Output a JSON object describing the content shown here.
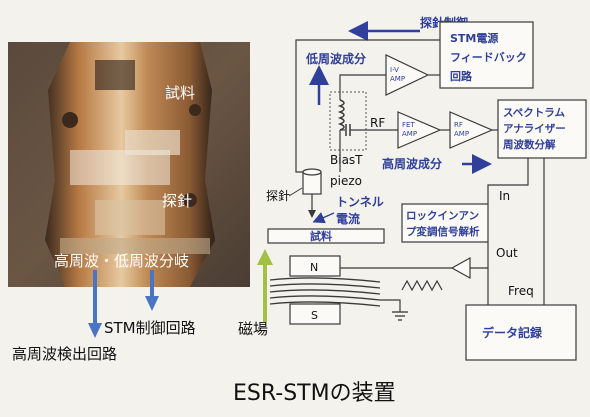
{
  "photo": {
    "sample_label": "試料",
    "probe_label": "探針",
    "branch_label": "高周波・低周波分岐",
    "stm_control_label": "STM制御回路",
    "hf_detect_label": "高周波検出回路"
  },
  "diagram": {
    "probe_control": "探針制御",
    "stm_feedback": [
      "STM電源",
      "フィードバック",
      "回路"
    ],
    "low_freq": "低周波成分",
    "iv_amp": [
      "I-V",
      "AMP"
    ],
    "fet_amp": [
      "FET",
      "AMP"
    ],
    "rf_amp": [
      "RF",
      "AMP"
    ],
    "rf": "RF",
    "high_freq": "高周波成分",
    "spectrum": [
      "スペクトラム",
      "アナライザー",
      "周波数分解"
    ],
    "biast": "BiasT",
    "piezo": "piezo",
    "probe": "探針",
    "tunnel": [
      "トンネル",
      "電流"
    ],
    "lockin": [
      "ロックインアン",
      "プ変調信号解析"
    ],
    "in_label": "In",
    "out_label": "Out",
    "freq_label": "Freq",
    "sample": "試料",
    "magnet_n": "N",
    "magnet_s": "S",
    "magnetic_field": "磁場",
    "data_record": "データ記録"
  },
  "caption": "ESR-STMの装置",
  "colors": {
    "background": "#f3f2ec",
    "blue_text": "#2f3f9a",
    "arrow_blue": "#4a74c4",
    "field_arrow": "#a3c046",
    "line": "#3a3a3a"
  }
}
